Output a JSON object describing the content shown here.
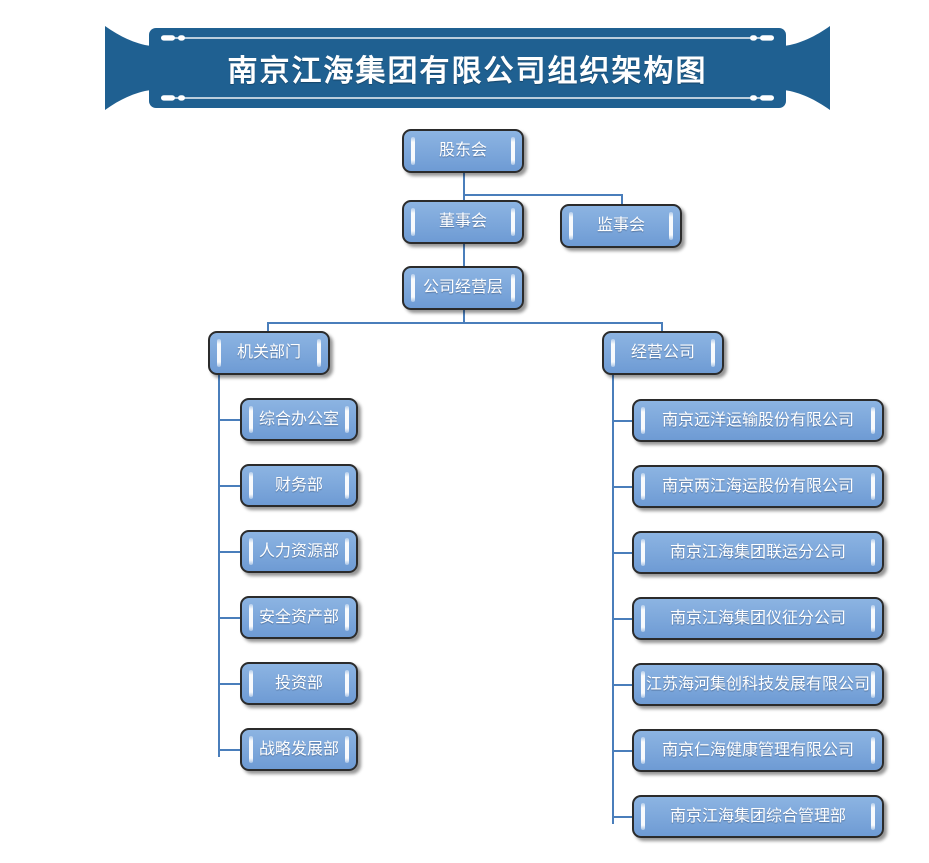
{
  "title": {
    "text": "南京江海集团有限公司组织架构图",
    "banner_color": "#1F6091",
    "text_color": "#FFFFFF"
  },
  "theme": {
    "node_fill_top": "#8CB4E2",
    "node_fill_bottom": "#6E9BD4",
    "node_border": "#2B2B2B",
    "connector_color": "#4A7EBB",
    "label_color": "#FFFFFF"
  },
  "chart_data": {
    "type": "diagram",
    "subtype": "organization-chart",
    "root": "股东会",
    "nodes": [
      {
        "id": "shareholders",
        "label": "股东会",
        "level": 0,
        "parent": null
      },
      {
        "id": "board",
        "label": "董事会",
        "level": 1,
        "parent": "shareholders"
      },
      {
        "id": "supervisors",
        "label": "监事会",
        "level": 1,
        "parent": "shareholders"
      },
      {
        "id": "management",
        "label": "公司经营层",
        "level": 2,
        "parent": "board"
      },
      {
        "id": "depts",
        "label": "机关部门",
        "level": 3,
        "parent": "management"
      },
      {
        "id": "companies",
        "label": "经营公司",
        "level": 3,
        "parent": "management"
      },
      {
        "id": "d1",
        "label": "综合办公室",
        "level": 4,
        "parent": "depts"
      },
      {
        "id": "d2",
        "label": "财务部",
        "level": 4,
        "parent": "depts"
      },
      {
        "id": "d3",
        "label": "人力资源部",
        "level": 4,
        "parent": "depts"
      },
      {
        "id": "d4",
        "label": "安全资产部",
        "level": 4,
        "parent": "depts"
      },
      {
        "id": "d5",
        "label": "投资部",
        "level": 4,
        "parent": "depts"
      },
      {
        "id": "d6",
        "label": "战略发展部",
        "level": 4,
        "parent": "depts"
      },
      {
        "id": "c1",
        "label": "南京远洋运输股份有限公司",
        "level": 4,
        "parent": "companies"
      },
      {
        "id": "c2",
        "label": "南京两江海运股份有限公司",
        "level": 4,
        "parent": "companies"
      },
      {
        "id": "c3",
        "label": "南京江海集团联运分公司",
        "level": 4,
        "parent": "companies"
      },
      {
        "id": "c4",
        "label": "南京江海集团仪征分公司",
        "level": 4,
        "parent": "companies"
      },
      {
        "id": "c5",
        "label": "江苏海河集创科技发展有限公司",
        "level": 4,
        "parent": "companies"
      },
      {
        "id": "c6",
        "label": "南京仁海健康管理有限公司",
        "level": 4,
        "parent": "companies"
      },
      {
        "id": "c7",
        "label": "南京江海集团综合管理部",
        "level": 4,
        "parent": "companies"
      }
    ]
  },
  "nodes": {
    "shareholders": "股东会",
    "board": "董事会",
    "supervisors": "监事会",
    "management": "公司经营层",
    "depts": "机关部门",
    "companies": "经营公司",
    "d1": "综合办公室",
    "d2": "财务部",
    "d3": "人力资源部",
    "d4": "安全资产部",
    "d5": "投资部",
    "d6": "战略发展部",
    "c1": "南京远洋运输股份有限公司",
    "c2": "南京两江海运股份有限公司",
    "c3": "南京江海集团联运分公司",
    "c4": "南京江海集团仪征分公司",
    "c5": "江苏海河集创科技发展有限公司",
    "c6": "南京仁海健康管理有限公司",
    "c7": "南京江海集团综合管理部"
  }
}
